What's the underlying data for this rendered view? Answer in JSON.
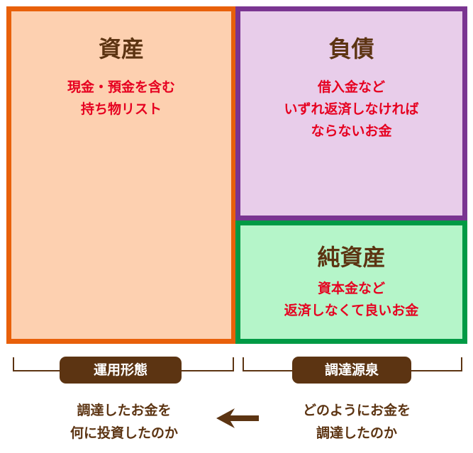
{
  "assets": {
    "title": "資産",
    "lines": [
      "現金・預金を含む",
      "持ち物リスト"
    ]
  },
  "liabilities": {
    "title": "負債",
    "lines": [
      "借入金など",
      "いずれ返済しなければ",
      "ならないお金"
    ]
  },
  "equity": {
    "title": "純資産",
    "lines": [
      "資本金など",
      "返済しなくて良いお金"
    ]
  },
  "left_label": "運用形態",
  "right_label": "調達源泉",
  "left_note": [
    "調達したお金を",
    "何に投資したのか"
  ],
  "right_note": [
    "どのようにお金を",
    "調達したのか"
  ],
  "colors": {
    "assets": "#e8600a",
    "liabilities": "#7a3591",
    "equity": "#009a45",
    "text": "#5c3412",
    "accent": "#e60020"
  }
}
